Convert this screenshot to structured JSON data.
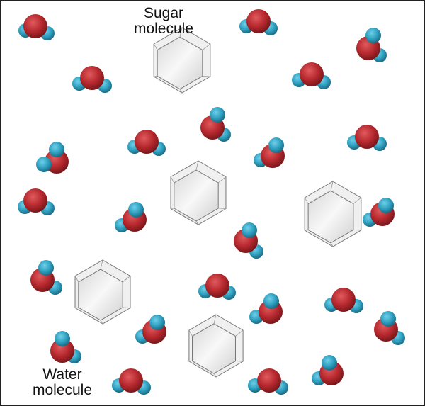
{
  "labels": {
    "sugar_line1": "Sugar",
    "sugar_line2": "molecule",
    "water_line1": "Water",
    "water_line2": "molecule"
  },
  "colors": {
    "oxygen": "#b5282d",
    "hydrogen": "#2e9fbf",
    "sugar_fill": "#e6e6e6",
    "sugar_stroke": "#777777"
  }
}
